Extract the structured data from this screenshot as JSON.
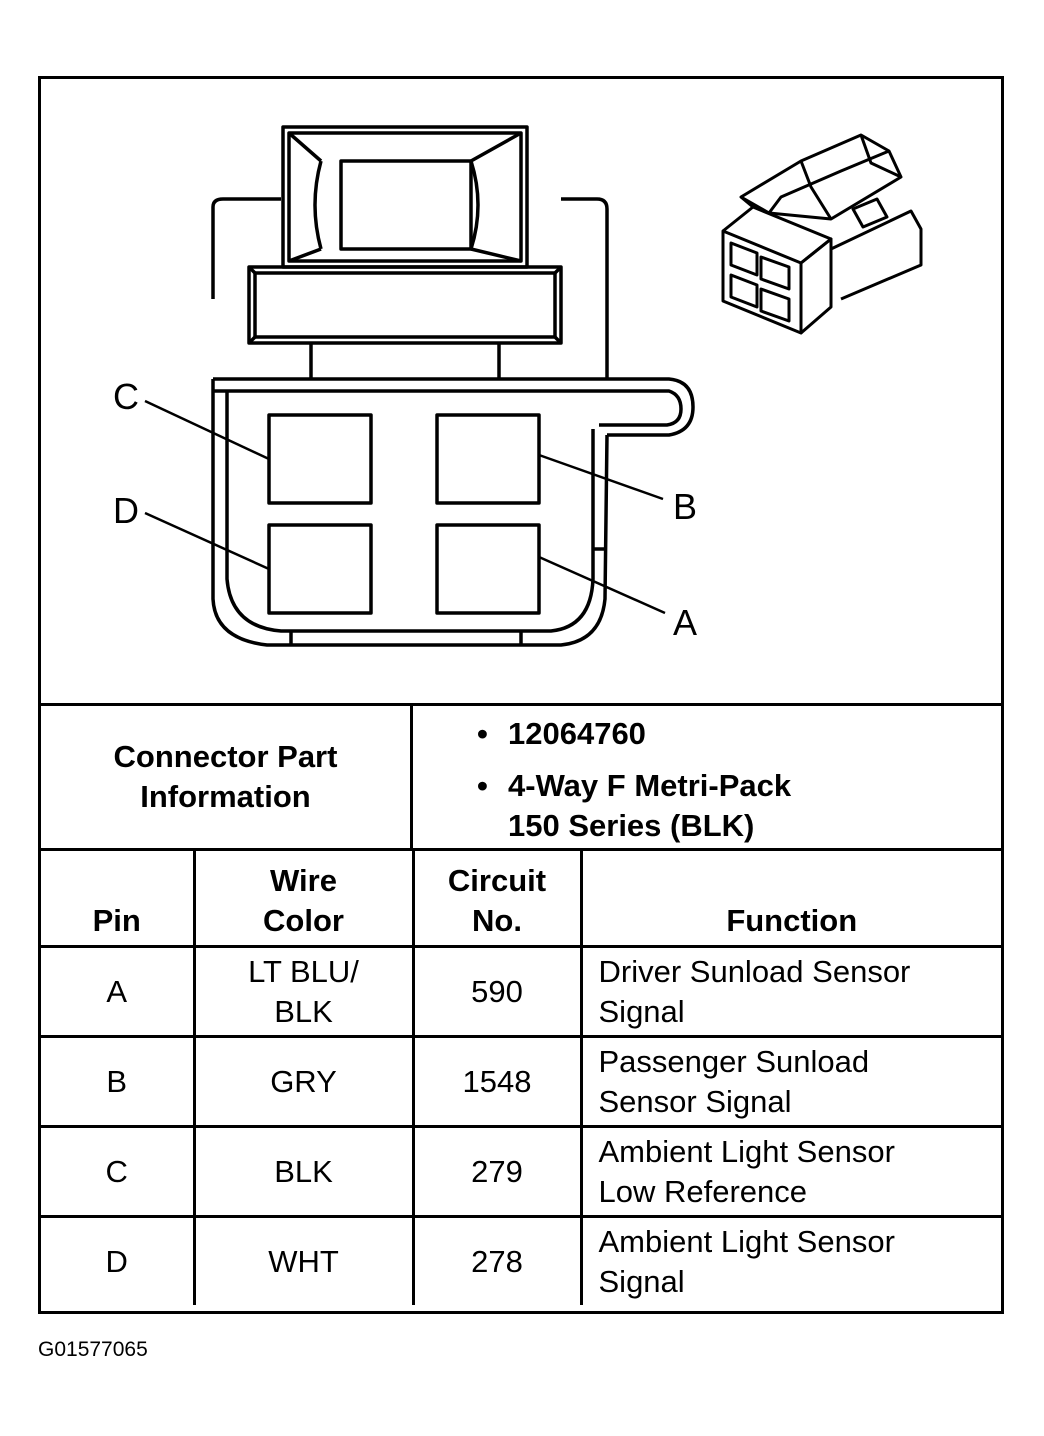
{
  "diagram": {
    "pin_labels": {
      "a": "A",
      "b": "B",
      "c": "C",
      "d": "D"
    }
  },
  "connector_info": {
    "label_line1": "Connector Part",
    "label_line2": "Information",
    "bullet": "•",
    "part_number": "12064760",
    "description_line1": "4-Way F Metri-Pack",
    "description_line2": "150 Series (BLK)"
  },
  "pin_table": {
    "headers": {
      "pin": "Pin",
      "wire_color_line1": "Wire",
      "wire_color_line2": "Color",
      "circuit_line1": "Circuit",
      "circuit_line2": "No.",
      "function": "Function"
    },
    "rows": [
      {
        "pin": "A",
        "wire1": "LT BLU/",
        "wire2": "BLK",
        "circuit": "590",
        "func1": "Driver Sunload Sensor",
        "func2": "Signal"
      },
      {
        "pin": "B",
        "wire1": "GRY",
        "wire2": "",
        "circuit": "1548",
        "func1": "Passenger Sunload",
        "func2": "Sensor Signal"
      },
      {
        "pin": "C",
        "wire1": "BLK",
        "wire2": "",
        "circuit": "279",
        "func1": "Ambient Light Sensor",
        "func2": "Low Reference"
      },
      {
        "pin": "D",
        "wire1": "WHT",
        "wire2": "",
        "circuit": "278",
        "func1": "Ambient Light Sensor",
        "func2": "Signal"
      }
    ]
  },
  "figure_id": "G01577065"
}
